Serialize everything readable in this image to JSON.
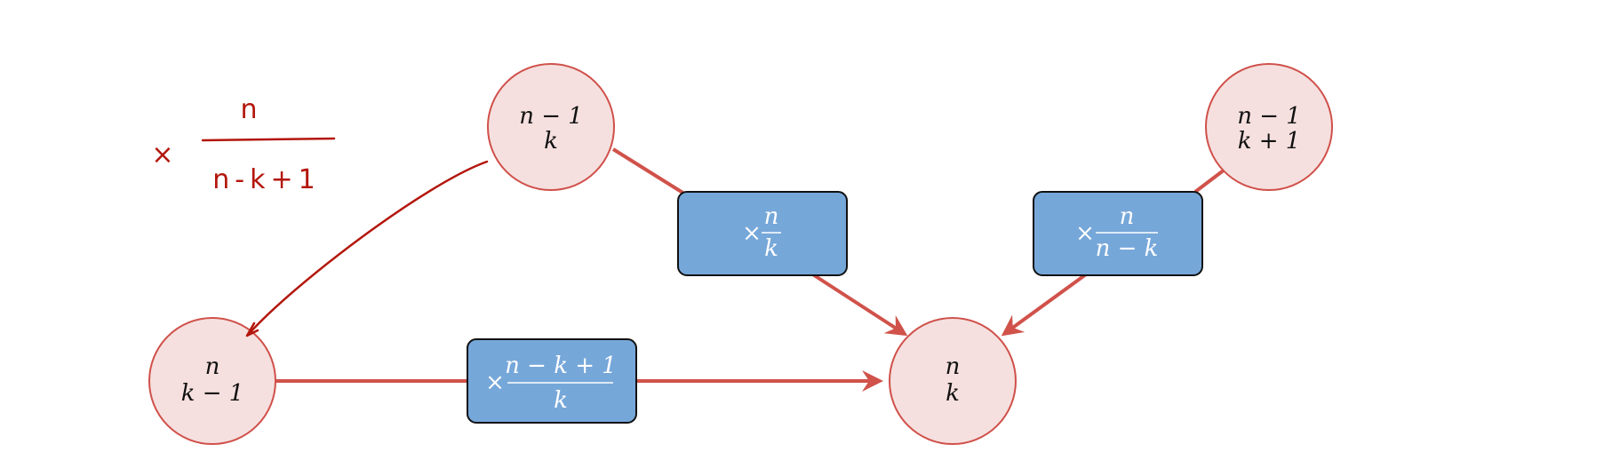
{
  "nodes": {
    "top_left": {
      "line1": "n − 1",
      "line2": "k"
    },
    "top_right": {
      "line1": "n − 1",
      "line2": "k + 1"
    },
    "bottom_left": {
      "line1": "n",
      "line2": "k − 1"
    },
    "bottom_center": {
      "line1": "n",
      "line2": "k"
    }
  },
  "operators": {
    "from_top_left": {
      "times": "×",
      "numerator": "n",
      "denominator": "k"
    },
    "from_top_right": {
      "times": "×",
      "numerator": "n",
      "denominator": "n − k"
    },
    "from_bottom_left": {
      "times": "×",
      "numerator": "n − k + 1",
      "denominator": "k"
    }
  },
  "annotation": {
    "times": "×",
    "numerator": "n",
    "denominator": "n-k+1"
  },
  "colors": {
    "node_fill": "#f5e0df",
    "node_stroke": "#d0504a",
    "edge": "#d0524a",
    "box_fill": "#76a7d9",
    "ink": "#b3160c"
  }
}
